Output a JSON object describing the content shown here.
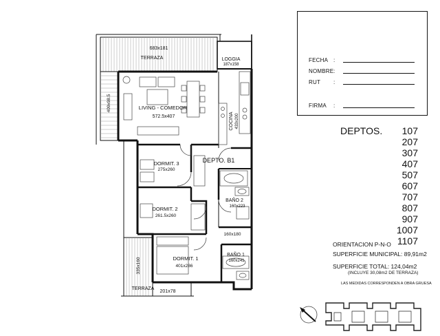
{
  "plan": {
    "unit_label": "DEPTO. B1",
    "rooms": {
      "terraza_top": {
        "name": "TERRAZA",
        "dims": "683x181"
      },
      "loggia": {
        "name": "LOGGIA",
        "dims": "187x158"
      },
      "living": {
        "name": "LIVING - COMEDOR",
        "dims": "572.5x407"
      },
      "cocina": {
        "name": "COCINA",
        "dims": "433x200"
      },
      "dormit3": {
        "name": "DORMIT. 3",
        "dims": "275x260"
      },
      "bano2": {
        "name": "BAÑO 2",
        "dims": "160x223"
      },
      "dormit2": {
        "name": "DORMIT. 2",
        "dims": "261.5x260"
      },
      "passage": {
        "dims": "160x180"
      },
      "dormit1": {
        "name": "DORMIT. 1",
        "dims": "401x286"
      },
      "bano1": {
        "name": "BAÑO 1",
        "dims": "160x241"
      },
      "terraza_bottom": {
        "name": "TERRAZA",
        "dims": "201x78"
      }
    },
    "side_dims": {
      "left_top": "409x98.5",
      "left_bottom": "335x160"
    }
  },
  "form": {
    "fields": [
      {
        "label": "FECHA",
        "colon": ":"
      },
      {
        "label": "NOMBRE",
        "colon": ":"
      },
      {
        "label": "RUT",
        "colon": ":"
      },
      {
        "label": "FIRMA",
        "colon": ":"
      }
    ]
  },
  "deptos": {
    "title": "DEPTOS.",
    "numbers": [
      "107",
      "207",
      "307",
      "407",
      "507",
      "607",
      "707",
      "807",
      "907",
      "1007",
      "1107"
    ]
  },
  "info": {
    "orientacion": "ORIENTACION  P-N-O",
    "sup_municipal": "SUPERFICIE MUNICIPAL: 89,91m2",
    "sup_total": "SUPERFICIE TOTAL:  124,04m2",
    "incluye": "(INCLUYE 30,08m2 DE TERRAZA)",
    "medidas": "LAS MEDIDAS CORRESPONDEN A OBRA GRUESA"
  },
  "icons": [
    "compass-icon",
    "key-plan-icon"
  ]
}
